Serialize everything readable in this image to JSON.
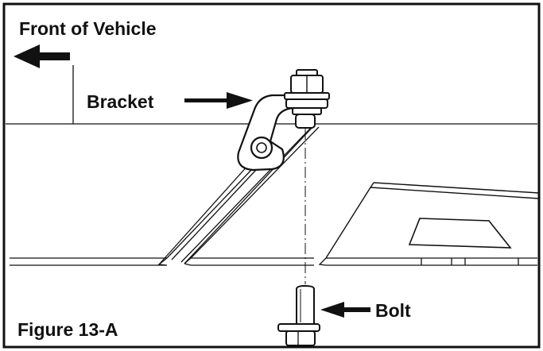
{
  "labels": {
    "front_of_vehicle": "Front of Vehicle",
    "bracket": "Bracket",
    "bolt": "Bolt",
    "figure": "Figure 13-A"
  },
  "colors": {
    "ink": "#111111",
    "background": "#ffffff"
  },
  "icons": {
    "direction_arrow": "arrow-left-icon",
    "bracket_pointer": "arrow-right-icon",
    "bolt_pointer": "arrow-left-icon"
  }
}
